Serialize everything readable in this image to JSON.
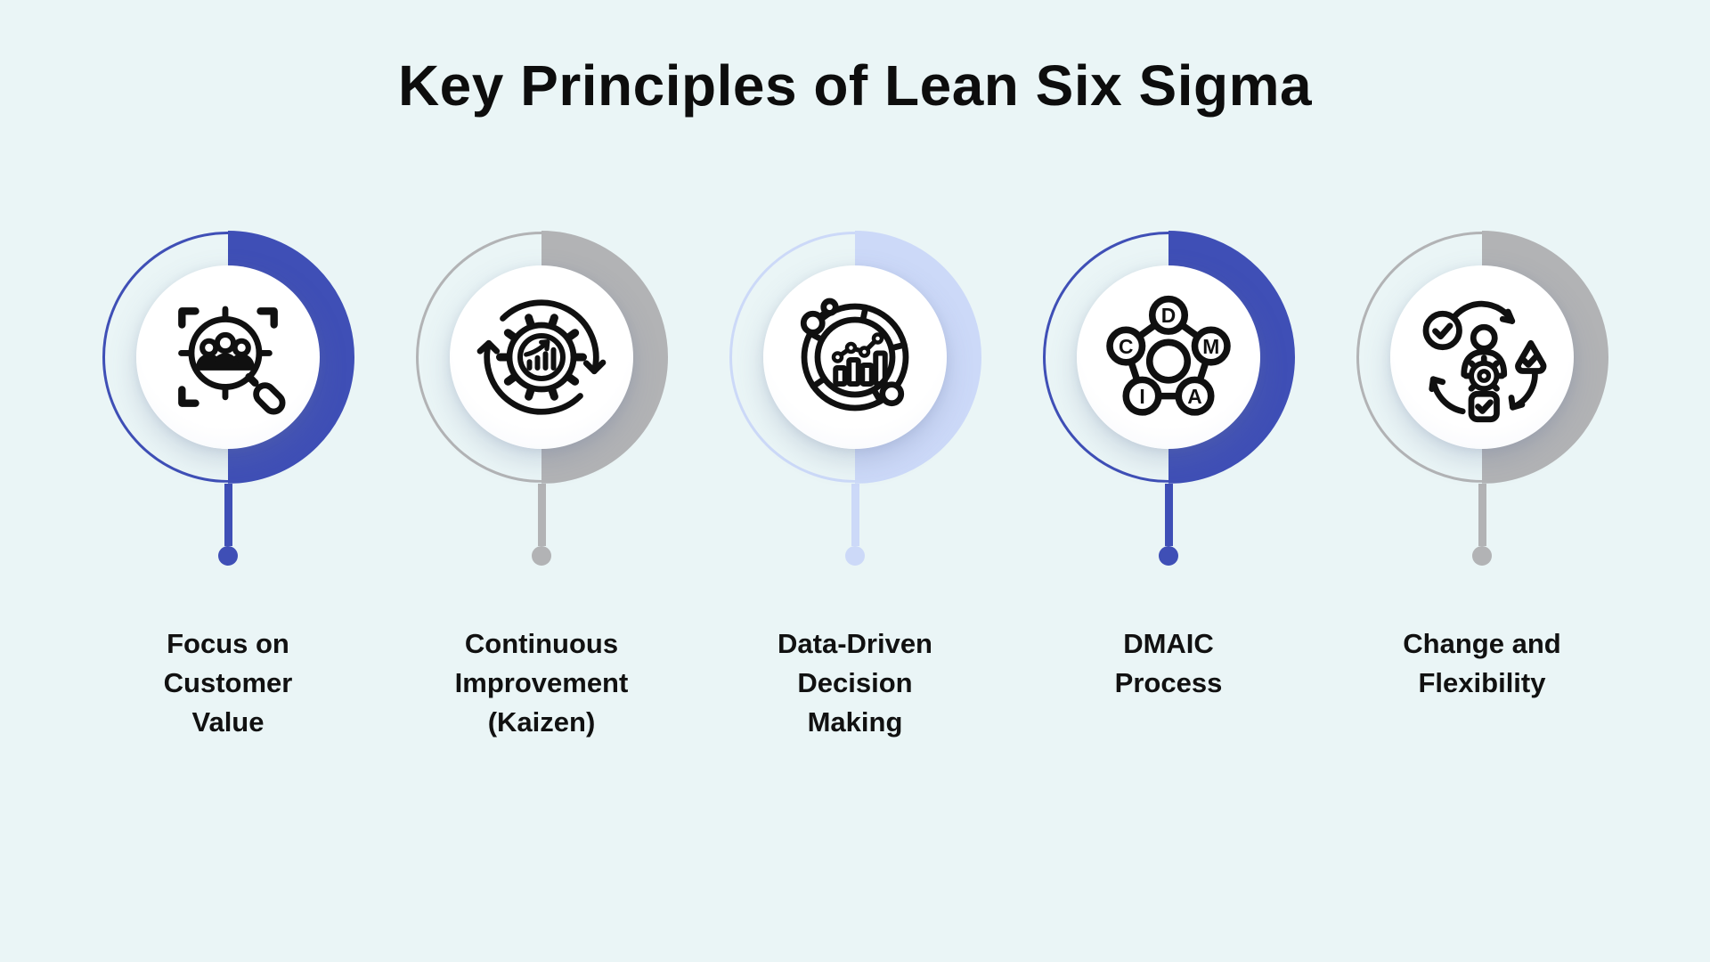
{
  "title": "Key Principles of Lean Six Sigma",
  "background_color": "#eaf5f6",
  "colors": {
    "blue": "#3f4fb6",
    "gray": "#b2b3b5",
    "light_blue": "#ccd9f8",
    "text": "#111111",
    "icon_stroke": "#101010",
    "inner_circle_fill": "#ffffff"
  },
  "principles": [
    {
      "label": "Focus on\nCustomer\nValue",
      "icon": "customer-focus-magnifier-icon",
      "accent": "#3f4fb6"
    },
    {
      "label": "Continuous\nImprovement\n(Kaizen)",
      "icon": "kaizen-gear-cycle-icon",
      "accent": "#b2b3b5"
    },
    {
      "label": "Data-Driven\nDecision\nMaking",
      "icon": "data-analytics-chart-icon",
      "accent": "#ccd9f8"
    },
    {
      "label": "DMAIC\nProcess",
      "icon": "dmaic-pentagon-icon",
      "accent": "#3f4fb6",
      "letters": [
        "D",
        "M",
        "A",
        "I",
        "C"
      ]
    },
    {
      "label": "Change and\nFlexibility",
      "icon": "change-flexibility-icon",
      "accent": "#b2b3b5"
    }
  ]
}
